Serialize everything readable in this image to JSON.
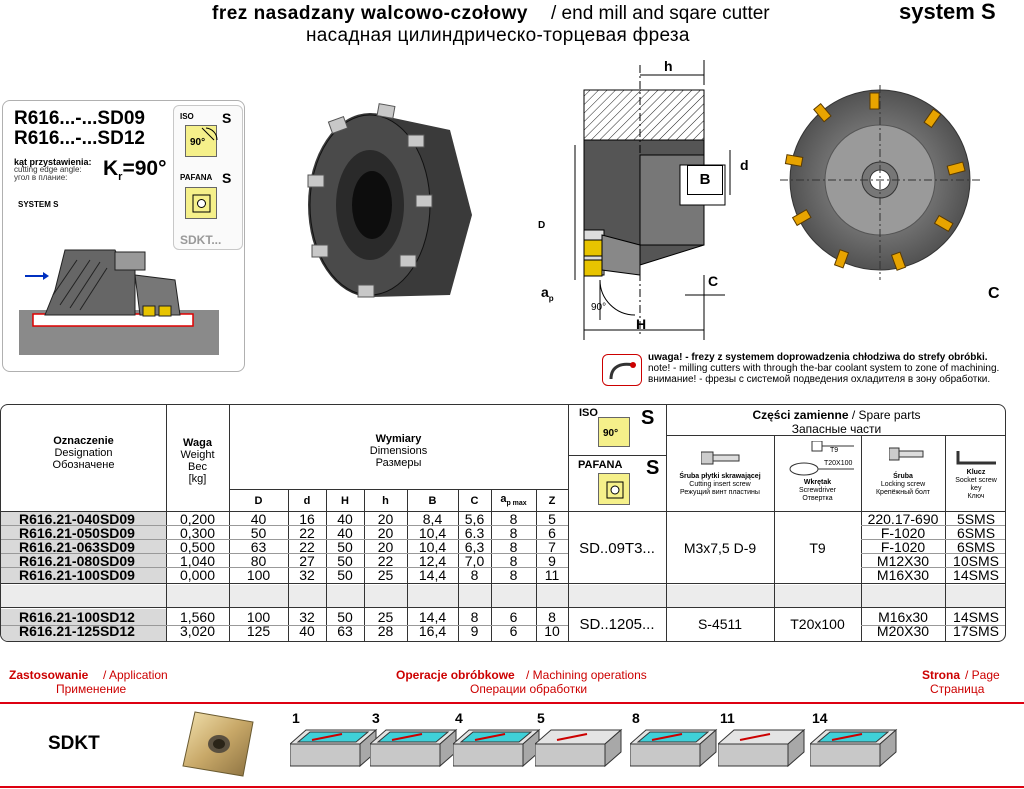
{
  "header": {
    "title_pl": "frez  nasadzany  walcowo-czołowy",
    "title_en": "/ end  mill  and  sqare  cutter",
    "title_ru": "насадная  цилиндрическо-торцевая  фреза",
    "system": "system S"
  },
  "info": {
    "code1": "R616...-...SD09",
    "code2": "R616...-...SD12",
    "angle_pl": "kąt przystawienia:",
    "angle_en": "cutting edge angle:",
    "angle_ru": "угол в плание:",
    "kr_main": "K",
    "kr_sub": "r",
    "kr_value": "=90°",
    "system_small": "SYSTEM S",
    "iso_label": "ISO",
    "iso_s": "S",
    "iso_angle": "90°",
    "pafana_label": "PAFANA",
    "pafana_s": "S",
    "insert_type": "SDKT..."
  },
  "drawing": {
    "h": "h",
    "d": "d",
    "B": "B",
    "D": "D",
    "ap": "a",
    "ap_sub": "p",
    "C": "C",
    "H": "H",
    "angle": "90°"
  },
  "note": {
    "pl_bold": "uwaga! - frezy   z systemem doprowadzenia chłodziwa do strefy obróbki.",
    "en": "note! - milling cutters with through the-bar coolant system to zone of machining.",
    "ru": "внимание! - фрезы с системой подведения охладителя в зону обработки."
  },
  "table": {
    "h_designation_pl": "Oznaczenie",
    "h_designation_en": "Designation",
    "h_designation_ru": "Обозначене",
    "h_weight_pl": "Waga",
    "h_weight_en": "Weight",
    "h_weight_ru": "Вес",
    "h_weight_unit": "[kg]",
    "h_dims_pl": "Wymiary",
    "h_dims_en": "Dimensions",
    "h_dims_ru": "Размеры",
    "h_iso": "ISO",
    "h_iso_s": "S",
    "h_iso_angle": "90°",
    "h_pafana": "PAFANA",
    "h_pafana_s": "S",
    "h_spare_pl": "Części   zamienne",
    "h_spare_en": "/   Spare   parts",
    "h_spare_ru": "Запасные    части",
    "h_t9": "T9",
    "h_t20": "T20X100",
    "h_screw_pl": "Śruba płytki skrawającej",
    "h_screw_en": "Cutting insert screw",
    "h_screw_ru": "Режущий винт пластины",
    "h_driver_pl": "Wkrętak",
    "h_driver_en": "Screwdriver",
    "h_driver_ru": "Отвертка",
    "h_lock_pl": "Śruba",
    "h_lock_en": "Locking   screw",
    "h_lock_ru": "Крепёжный   болт",
    "h_key_pl": "Klucz",
    "h_key_en": "Socket   screw",
    "h_key_en2": "key",
    "h_key_ru": "Ключ",
    "cols": [
      "D",
      "d",
      "H",
      "h",
      "B",
      "C",
      "a",
      "Z"
    ],
    "col_ap_sub": "p max",
    "rows_sd09": [
      {
        "name": "R616.21-040SD09",
        "w": "0,200",
        "D": "40",
        "d": "16",
        "H": "40",
        "h": "20",
        "B": "8,4",
        "C": "5,6",
        "ap": "8",
        "Z": "5",
        "lock": "220.17-690",
        "key": "5SMS"
      },
      {
        "name": "R616.21-050SD09",
        "w": "0,300",
        "D": "50",
        "d": "22",
        "H": "40",
        "h": "20",
        "B": "10,4",
        "C": "6.3",
        "ap": "8",
        "Z": "6",
        "lock": "F-1020",
        "key": "6SMS"
      },
      {
        "name": "R616.21-063SD09",
        "w": "0,500",
        "D": "63",
        "d": "22",
        "H": "50",
        "h": "20",
        "B": "10,4",
        "C": "6,3",
        "ap": "8",
        "Z": "7",
        "lock": "F-1020",
        "key": "6SMS"
      },
      {
        "name": "R616.21-080SD09",
        "w": "1,040",
        "D": "80",
        "d": "27",
        "H": "50",
        "h": "22",
        "B": "12,4",
        "C": "7,0",
        "ap": "8",
        "Z": "9",
        "lock": "M12X30",
        "key": "10SMS"
      },
      {
        "name": "R616.21-100SD09",
        "w": "0,000",
        "D": "100",
        "d": "32",
        "H": "50",
        "h": "25",
        "B": "14,4",
        "C": "8",
        "ap": "8",
        "Z": "11",
        "lock": "M16X30",
        "key": "14SMS"
      }
    ],
    "rows_sd12": [
      {
        "name": "R616.21-100SD12",
        "w": "1,560",
        "D": "100",
        "d": "32",
        "H": "50",
        "h": "25",
        "B": "14,4",
        "C": "8",
        "ap": "6",
        "Z": "8",
        "lock": "M16x30",
        "key": "14SMS"
      },
      {
        "name": "R616.21-125SD12",
        "w": "3,020",
        "D": "125",
        "d": "40",
        "H": "63",
        "h": "28",
        "B": "16,4",
        "C": "9",
        "ap": "6",
        "Z": "10",
        "lock": "M20X30",
        "key": "17SMS"
      }
    ],
    "sd09_insert": "SD..09T3...",
    "sd09_screw": "M3x7,5 D-9",
    "sd09_driver": "T9",
    "sd12_insert": "SD..1205...",
    "sd12_screw": "S-4511",
    "sd12_driver": "T20x100"
  },
  "footer": {
    "app_pl": "Zastosowanie",
    "app_en": "/ Application",
    "app_ru": "Применение",
    "op_pl": "Operacje obróbkowe",
    "op_en": "/ Machining operations",
    "op_ru": "Операции обработки",
    "page_pl": "Strona",
    "page_en": "/ Page",
    "page_ru": "Страница",
    "insert": "SDKT",
    "ops": [
      "1",
      "3",
      "4",
      "5",
      "8",
      "11",
      "14"
    ]
  },
  "colors": {
    "accent_red": "#cc0000",
    "insert_yellow": "#f5f08a",
    "row_shade": "#d9d9d9",
    "op_cyan": "#3fd0d8"
  }
}
